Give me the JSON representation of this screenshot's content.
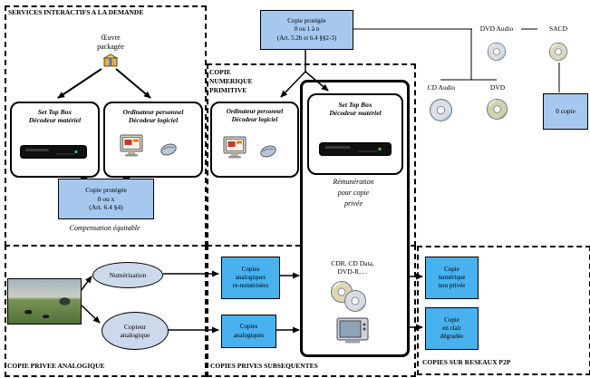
{
  "colors": {
    "box_blue_light": "#a6c8ef",
    "box_blue_bright": "#49b1ee",
    "ellipse_fill": "#ccd9ea"
  },
  "regions": {
    "services": {
      "label": "SERVICES INTERACTIFS A LA DEMANDE"
    },
    "primitive": {
      "label_lines": [
        "COPIE",
        "NUMERIQUE",
        "PRIMITIVE"
      ]
    },
    "analog": {
      "label": "COPIE PRIVEE ANALOGIQUE"
    },
    "subsequent": {
      "label": "COPIES PRIVES SUBSEQUENTES"
    },
    "p2p": {
      "label": "COPIES SUR  RESEAUX P2P"
    }
  },
  "services": {
    "oeuvre": {
      "lines": [
        "Œuvre",
        "packagée"
      ]
    },
    "stb_box": {
      "lines": [
        "Set Top Box",
        "Décodeur matériel"
      ]
    },
    "pc_box": {
      "lines": [
        "Ordinateur personnel",
        "Décodeur logiciel"
      ]
    },
    "protected_copy": {
      "lines": [
        "Copie protégée",
        "0 ou x",
        "(Art. 6.4 §4)"
      ]
    },
    "compensation": "Compensation équitable"
  },
  "top": {
    "protected_copy": {
      "lines": [
        "Copie protégée",
        "0 ou 1 à n",
        "(Art. 5.2b et 6.4 §§2-3)"
      ]
    },
    "dvd_audio": "DVD Audio",
    "sacd": "SACD",
    "cd_audio": "CD Audio",
    "dvd": "DVD",
    "zero_copy": "0 copie"
  },
  "primitive": {
    "pc_box": {
      "lines": [
        "Ordinateur personnel",
        "Décodeur logiciel"
      ]
    },
    "stb_box": {
      "lines": [
        "Set Top Box",
        "Décodeur matériel"
      ]
    },
    "remuneration": {
      "lines": [
        "Rémunération",
        "pour copie",
        "privée"
      ]
    },
    "media": {
      "lines": [
        "CDR, CD Data,",
        "DVD-R,…"
      ]
    }
  },
  "analog": {
    "numerisation": "Numérisation",
    "copieur": {
      "lines": [
        "Copieur",
        "analogique"
      ]
    }
  },
  "subsequent": {
    "renumerised": {
      "lines": [
        "Copies",
        "analogiques",
        "re-numérisées"
      ]
    },
    "analog_copies": {
      "lines": [
        "Copies",
        "analogiques"
      ]
    }
  },
  "p2p": {
    "non_private": {
      "lines": [
        "Copie",
        "numérique",
        "non privée"
      ]
    },
    "degraded": {
      "lines": [
        "Copie",
        "en clair",
        "dégradée"
      ]
    }
  }
}
